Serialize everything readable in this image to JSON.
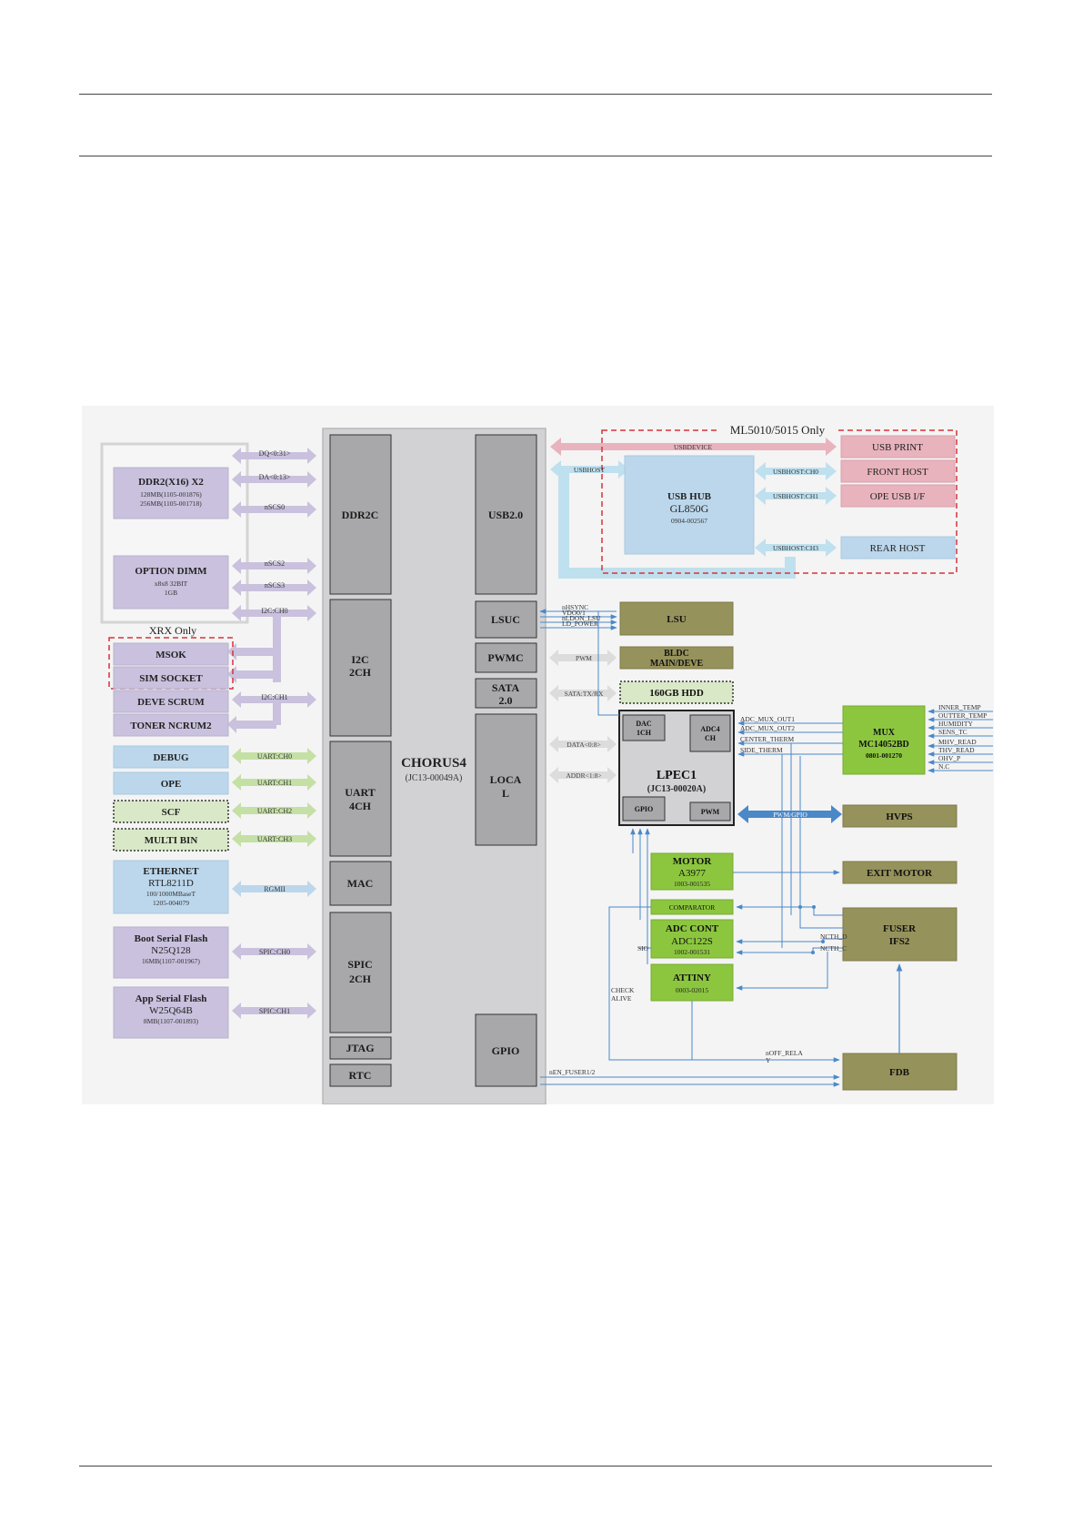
{
  "diagram": {
    "region_label": "ML5010/5015 Only",
    "xrx_label": "XRX Only",
    "blocks": {
      "ddr2": {
        "title": "DDR2(X16) X2",
        "lines": [
          "128MB(1105-001876)",
          "256MB(1105-001718)"
        ]
      },
      "dimm": {
        "title": "OPTION DIMM",
        "lines": [
          "x8x8 32BIT",
          "1GB"
        ]
      },
      "msok": "MSOK",
      "sim": "SIM SOCKET",
      "deve": "DEVE SCRUM",
      "toner": "TONER NCRUM2",
      "debug": "DEBUG",
      "ope": "OPE",
      "scf": "SCF",
      "multibin": "MULTI BIN",
      "ethernet": {
        "title": "ETHERNET",
        "lines": [
          "RTL8211D",
          "100/1000MBaseT",
          "1205-004079"
        ]
      },
      "boot": {
        "title": "Boot Serial Flash",
        "lines": [
          "N25Q128",
          "16MB(1107-001967)"
        ]
      },
      "app": {
        "title": "App Serial Flash",
        "lines": [
          "W25Q64B",
          "8MB(1107-001893)"
        ]
      },
      "chorus_title": "CHORUS4",
      "chorus_sub": "(JC13-00049A)",
      "ddr2c": "DDR2C",
      "i2c": [
        "I2C",
        "2CH"
      ],
      "uart": [
        "UART",
        "4CH"
      ],
      "mac": "MAC",
      "spic": [
        "SPIC",
        "2CH"
      ],
      "jtag": "JTAG",
      "rtc": "RTC",
      "usb20": "USB2.0",
      "lsuc": "LSUC",
      "pwmc": "PWMC",
      "sata": [
        "SATA",
        "2.0"
      ],
      "local": [
        "LOCA",
        "L"
      ],
      "gpio": "GPIO",
      "usbhub": {
        "title": "USB HUB",
        "lines": [
          "GL850G",
          "0904-002567"
        ]
      },
      "usbprint": "USB PRINT",
      "fronthost": "FRONT HOST",
      "opeusb": "OPE USB I/F",
      "rearhost": "REAR HOST",
      "lsu": "LSU",
      "bldc": [
        "BLDC",
        "MAIN/DEVE"
      ],
      "hdd": "160GB HDD",
      "lpec": {
        "title": "LPEC1",
        "sub": "(JC13-00020A)"
      },
      "dac": [
        "DAC",
        "1CH"
      ],
      "adc4": [
        "ADC4",
        "CH"
      ],
      "lpec_gpio": "GPIO",
      "lpec_pwm": "PWM",
      "mux": {
        "title": "MUX",
        "lines": [
          "MC14052BD",
          "0801-001270"
        ]
      },
      "hvps": "HVPS",
      "motor": {
        "title": "MOTOR",
        "lines": [
          "A3977",
          "1003-001535"
        ]
      },
      "exitmotor": "EXIT MOTOR",
      "comparator": "COMPARATOR",
      "adccont": {
        "title": "ADC CONT",
        "lines": [
          "ADC122S",
          "1002-001531"
        ]
      },
      "attiny": {
        "title": "ATTINY",
        "lines": [
          "0003-02015"
        ]
      },
      "fuser": [
        "FUSER",
        "IFS2"
      ],
      "fdb": "FDB"
    },
    "signals": {
      "dq": "DQ<0:31>",
      "da": "DA<0:13>",
      "ncs0": "nSCS0",
      "ncs2": "nSCS2",
      "ncs3": "nSCS3",
      "i2c0": "I2C:CH0",
      "i2c1": "I2C:CH1",
      "uart0": "UART:CH0",
      "uart1": "UART:CH1",
      "uart2": "UART:CH2",
      "uart3": "UART:CH3",
      "rgmii": "RGMII",
      "spic0": "SPIC:CH0",
      "spic1": "SPIC:CH1",
      "usbdevice": "USBDEVICE",
      "usbhost": "USBHOST",
      "usbhost0": "USBHOST:CH0",
      "usbhost1": "USBHOST:CH1",
      "usbhost3": "USBHOST:CH3",
      "lsu_sigs": [
        "nHSYNC",
        "VDO0/1",
        "nLDON_LSU",
        "LD_POWER"
      ],
      "pwm": "PWM",
      "sata": "SATA:TX/RX",
      "data": "DATA<0:8>",
      "addr": "ADDR<1:8>",
      "adc_sigs": [
        "ADC_MUX_OUT1",
        "ADC_MUX_OUT2",
        "CENTER_THERM",
        "SIDE_THERM"
      ],
      "mux_in": [
        "INNER_TEMP",
        "OUTTER_TEMP",
        "HUMIDITY",
        "SENS_TC",
        "MHV_READ",
        "THV_READ",
        "OHV_P",
        "N.C"
      ],
      "pwmgpio": "PWM/GPIO",
      "ncth_d": "NCTH_D",
      "ncth_c": "NCTH_C",
      "sio": "SIO",
      "check_alive": [
        "CHECK",
        "ALIVE"
      ],
      "noff_relay": [
        "nOFF_RELA",
        "Y"
      ],
      "nen_fuser": "nEN_FUSER1/2"
    }
  }
}
